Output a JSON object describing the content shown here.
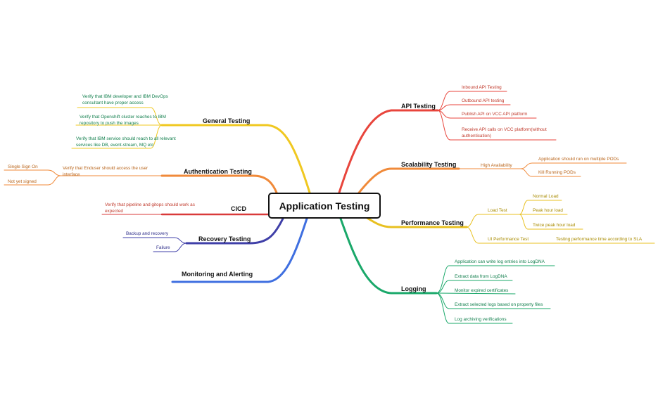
{
  "root": {
    "label": "Application Testing"
  },
  "branches": [
    {
      "label": "API Testing",
      "color": "#e8453c",
      "items": [
        "Inbound API Testing",
        "Outbound API testing",
        "Publish API on VCC API platform",
        "Receive API calls on VCC platform(without authentication)"
      ]
    },
    {
      "label": "Scalability Testing",
      "color": "#f08a3a",
      "children": [
        {
          "label": "High Availability",
          "items": [
            "Application should run on multiple PODs",
            "Kill Running PODs"
          ]
        }
      ]
    },
    {
      "label": "Performance Testing",
      "color": "#e8c020",
      "children": [
        {
          "label": "Load Test",
          "items": [
            "Normal Load",
            "Peak hour load",
            "Twice peak hour load"
          ]
        },
        {
          "label": "UI Performance Test",
          "items": [
            "Testing performance time according to SLA"
          ]
        }
      ]
    },
    {
      "label": "Logging",
      "color": "#1aa86a",
      "items": [
        "Application can write log entries into LogDNA",
        "Extract data from LogDNA",
        "Monitor expired certificates",
        "Extract selected logs based on property files",
        "Log archiving verifications"
      ]
    },
    {
      "label": "General Testing",
      "color": "#f0c820",
      "items": [
        "Verify that IBM developer and IBM DevOps consultant have proper access",
        "Verify that Openshift cluster reaches to IBM repository to push the images",
        "Verify that IBM service should reach to all relevant services like DB, event-stream, MQ etc"
      ]
    },
    {
      "label": "Authentication Testing",
      "color": "#f08a3a",
      "children": [
        {
          "label": "Verify that Enduser should access the user interface",
          "items": [
            "Single Sign On",
            "Not yet signed"
          ]
        }
      ]
    },
    {
      "label": "CICD",
      "color": "#d93a3a",
      "items": [
        "Verify that pipeline and gitops should work as expected"
      ]
    },
    {
      "label": "Recovery Testing",
      "color": "#3f3fa8",
      "items": [
        "Backup and recovery",
        "Failure"
      ]
    },
    {
      "label": "Monitoring and Alerting",
      "color": "#3f6fe0"
    }
  ]
}
